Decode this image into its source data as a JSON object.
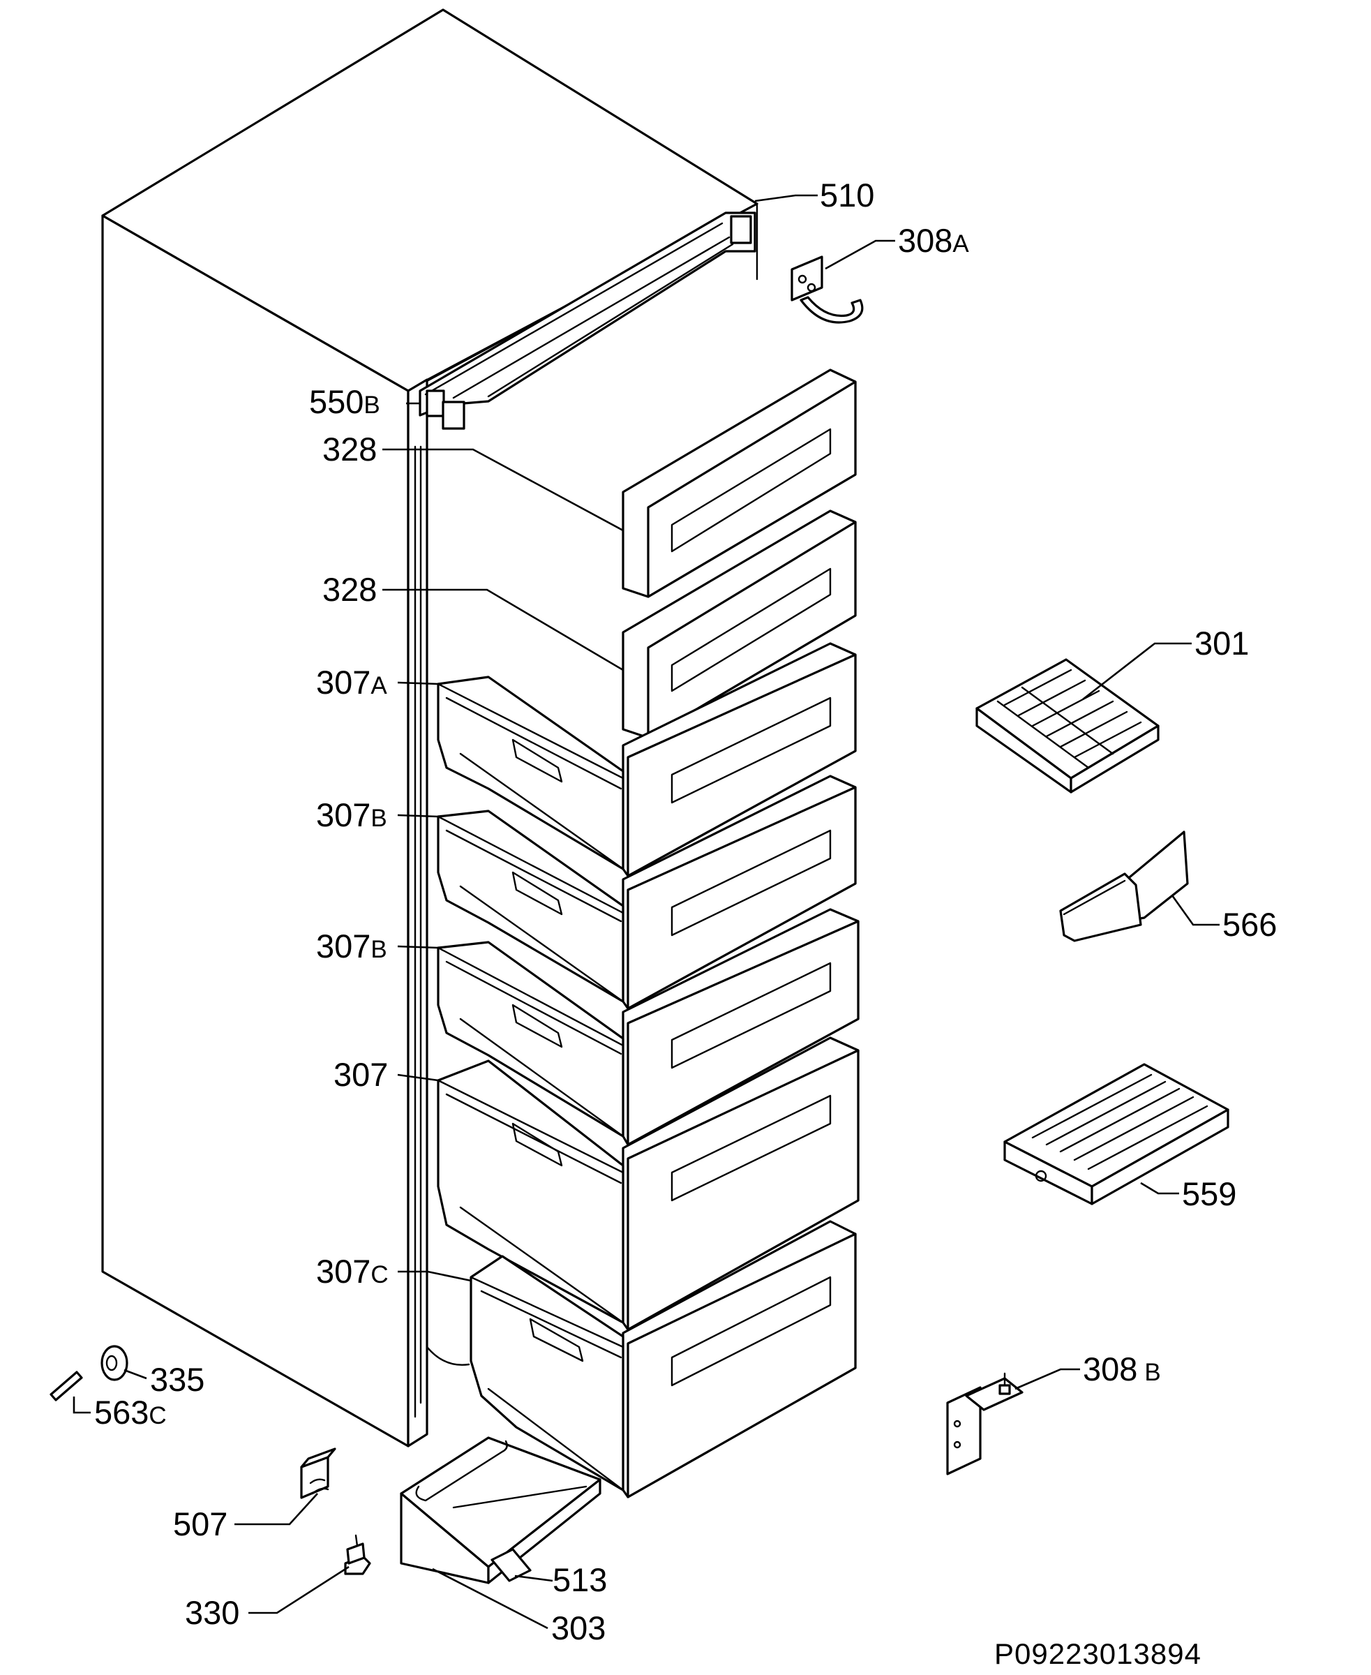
{
  "labels": {
    "p510": {
      "num": "510",
      "sfx": ""
    },
    "p308a": {
      "num": "308",
      "sfx": "A"
    },
    "p550b": {
      "num": "550",
      "sfx": "B"
    },
    "p328_top": {
      "num": "328",
      "sfx": ""
    },
    "p328_mid": {
      "num": "328",
      "sfx": ""
    },
    "p307a": {
      "num": "307",
      "sfx": "A"
    },
    "p307b_1": {
      "num": "307",
      "sfx": "B"
    },
    "p307b_2": {
      "num": "307",
      "sfx": "B"
    },
    "p307": {
      "num": "307",
      "sfx": ""
    },
    "p307c": {
      "num": "307",
      "sfx": "C"
    },
    "p301": {
      "num": "301",
      "sfx": ""
    },
    "p566": {
      "num": "566",
      "sfx": ""
    },
    "p559": {
      "num": "559",
      "sfx": ""
    },
    "p308b": {
      "num": "308",
      "sfx": "B"
    },
    "p335": {
      "num": "335",
      "sfx": ""
    },
    "p563c": {
      "num": "563",
      "sfx": "C"
    },
    "p507": {
      "num": "507",
      "sfx": ""
    },
    "p513": {
      "num": "513",
      "sfx": ""
    },
    "p330": {
      "num": "330",
      "sfx": ""
    },
    "p303": {
      "num": "303",
      "sfx": ""
    }
  },
  "drawing_code": "P09223013894"
}
